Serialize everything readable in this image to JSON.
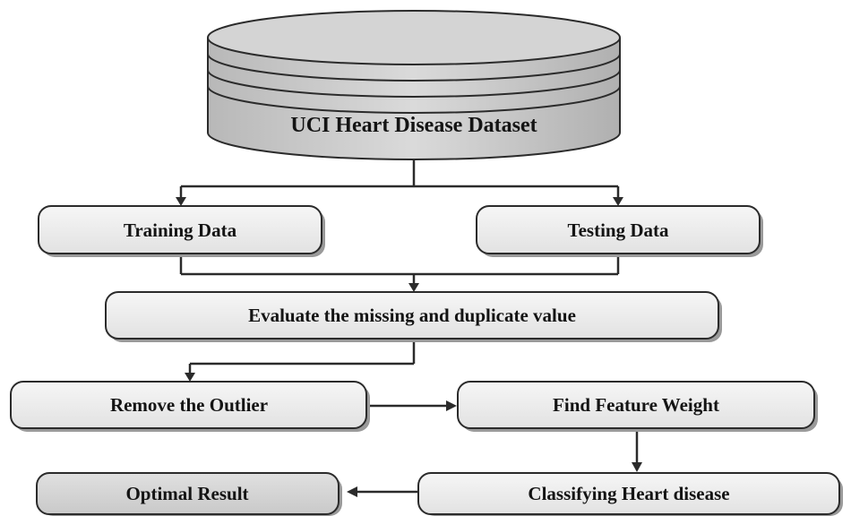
{
  "diagram": {
    "dataset": {
      "label": "UCI Heart Disease Dataset"
    },
    "training": {
      "label": "Training Data"
    },
    "testing": {
      "label": "Testing Data"
    },
    "evaluate": {
      "label": "Evaluate the missing and duplicate value"
    },
    "outlier": {
      "label": "Remove the Outlier"
    },
    "feature": {
      "label": "Find Feature Weight"
    },
    "classify": {
      "label": "Classifying Heart disease"
    },
    "result": {
      "label": "Optimal Result"
    }
  }
}
